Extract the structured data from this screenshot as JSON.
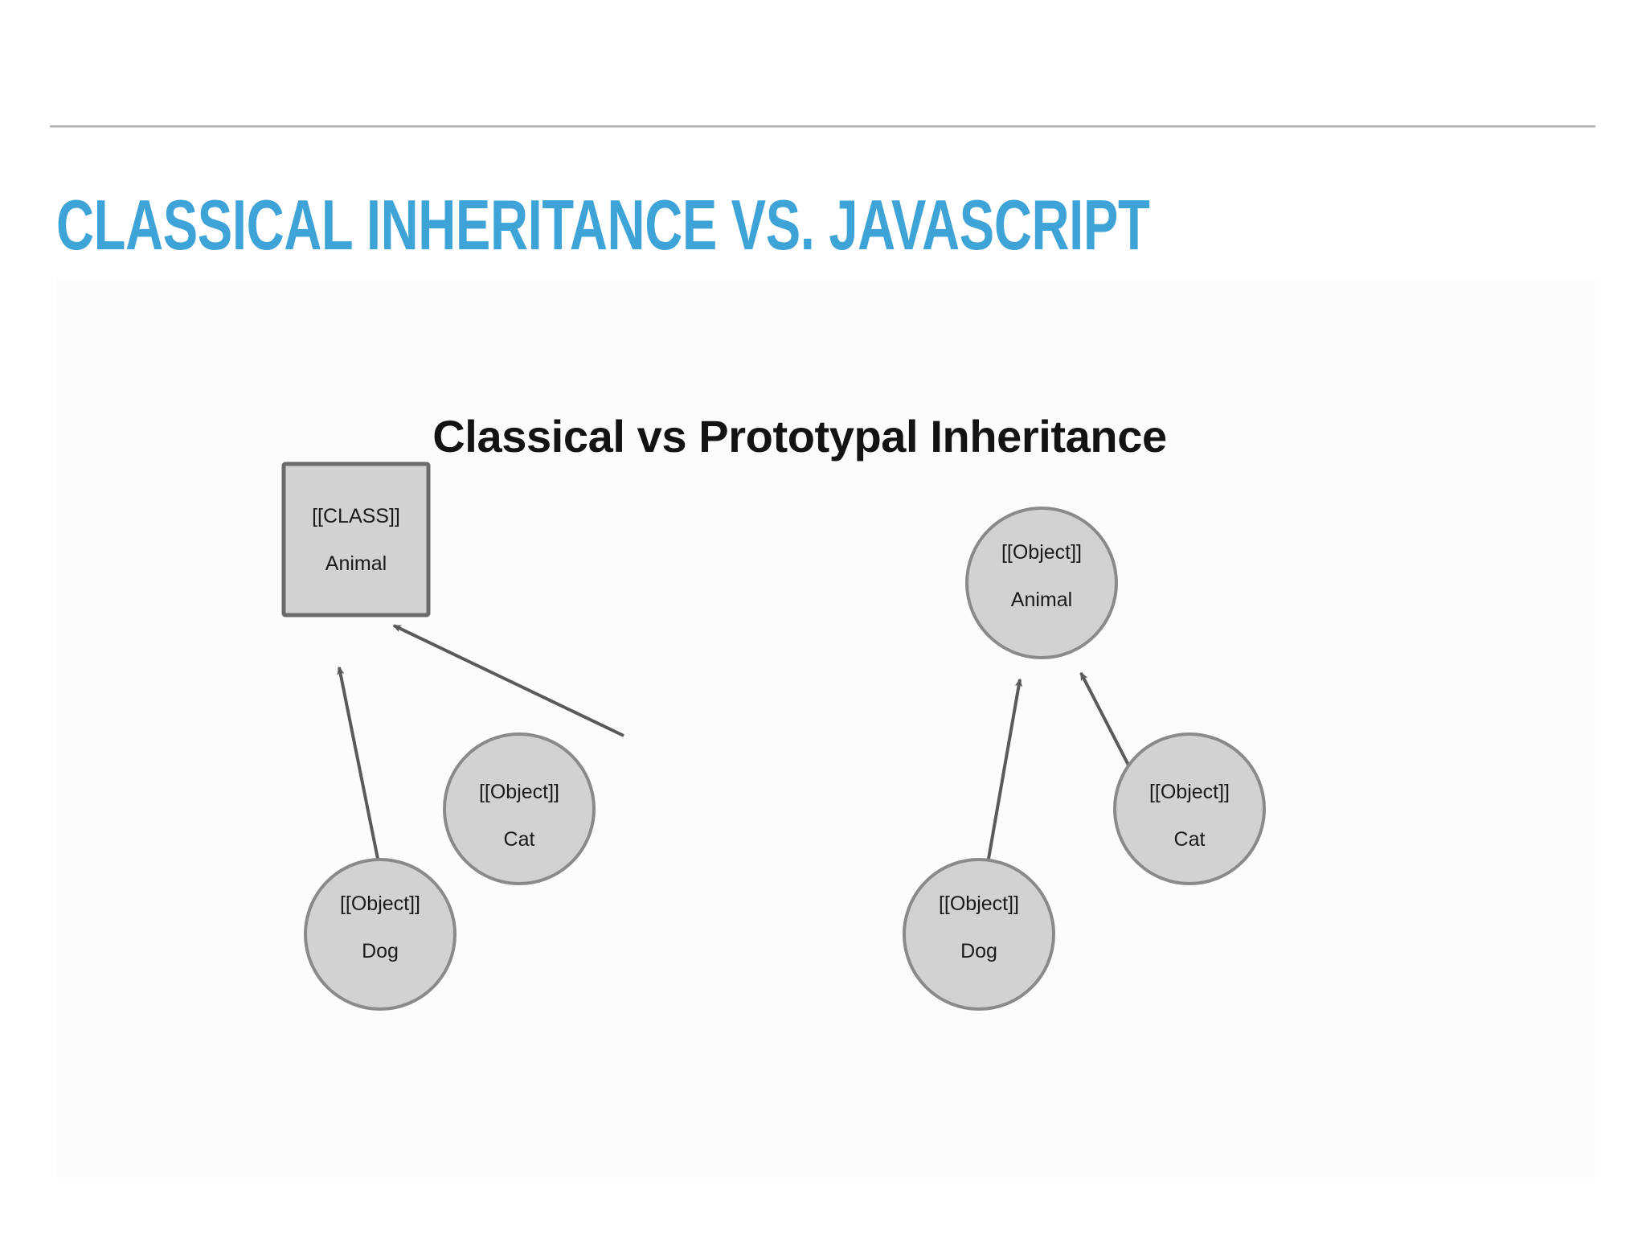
{
  "slide": {
    "title": "CLASSICAL INHERITANCE VS. JAVASCRIPT",
    "title_color": "#3ea3d6",
    "background_color": "#ffffff",
    "divider_color": "#a3a3a3"
  },
  "diagram": {
    "title": "Classical vs Prototypal Inheritance",
    "background_color": "#fbfcfd",
    "node_fill": "#d2d2d2",
    "node_stroke": "#6b6b6b",
    "edge_color": "#5a5a5a",
    "label_color": "#1a1a1a",
    "panels": [
      {
        "name": "classical",
        "nodes": [
          {
            "id": "classical-animal",
            "shape": "rect",
            "tag": "[[CLASS]]",
            "label": "Animal"
          },
          {
            "id": "classical-dog",
            "shape": "circle",
            "tag": "[[Object]]",
            "label": "Dog"
          },
          {
            "id": "classical-cat",
            "shape": "circle",
            "tag": "[[Object]]",
            "label": "Cat"
          }
        ],
        "edges": [
          {
            "from": "classical-dog",
            "to": "classical-animal",
            "arrow": "to"
          },
          {
            "from": "classical-cat",
            "to": "classical-animal",
            "arrow": "to"
          }
        ]
      },
      {
        "name": "prototypal",
        "nodes": [
          {
            "id": "proto-animal",
            "shape": "circle",
            "tag": "[[Object]]",
            "label": "Animal"
          },
          {
            "id": "proto-dog",
            "shape": "circle",
            "tag": "[[Object]]",
            "label": "Dog"
          },
          {
            "id": "proto-cat",
            "shape": "circle",
            "tag": "[[Object]]",
            "label": "Cat"
          }
        ],
        "edges": [
          {
            "from": "proto-dog",
            "to": "proto-animal",
            "arrow": "to"
          },
          {
            "from": "proto-cat",
            "to": "proto-animal",
            "arrow": "to"
          }
        ]
      }
    ]
  }
}
